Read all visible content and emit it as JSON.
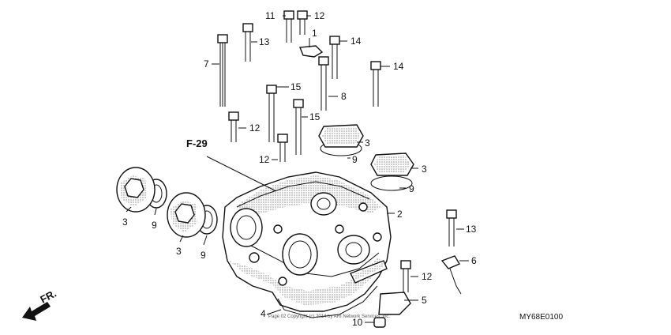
{
  "diagram": {
    "callouts": [
      "1",
      "2",
      "3",
      "3",
      "3",
      "3",
      "4",
      "5",
      "6",
      "7",
      "8",
      "9",
      "9",
      "9",
      "9",
      "10",
      "11",
      "12",
      "12",
      "12",
      "12",
      "13",
      "13",
      "14",
      "14",
      "15",
      "15"
    ],
    "reference": "F-29",
    "direction_label": "FR.",
    "drawing_code": "MY68E0100",
    "copyright": "Page 02 Copyright (c) 2014 by ARI Network Services, Inc."
  }
}
